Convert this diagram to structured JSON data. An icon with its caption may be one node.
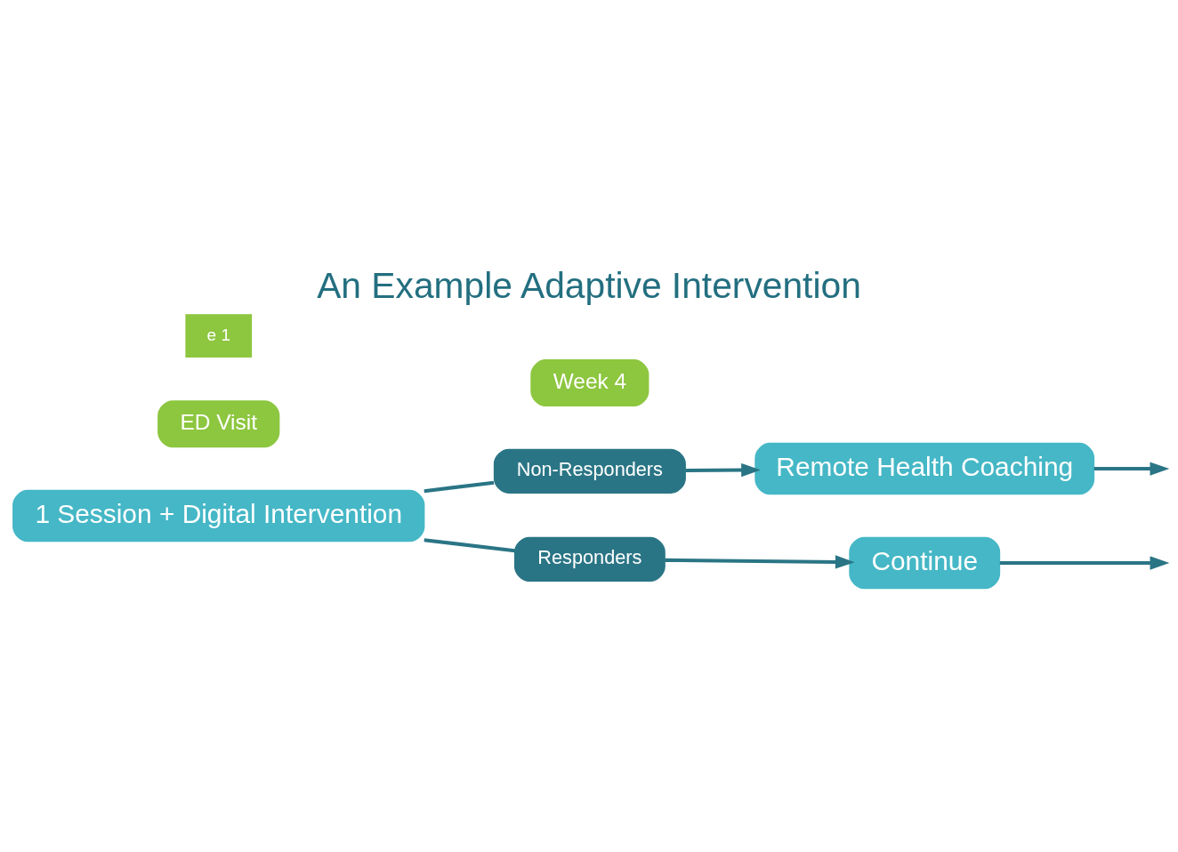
{
  "diagram": {
    "title": "An Example Adaptive Intervention",
    "nodes": [
      {
        "text": [
          "1 Session + Digital Intervention"
        ]
      },
      {
        "text": [
          "Non-Responders"
        ]
      },
      {
        "text": [
          "Responders"
        ]
      },
      {
        "text": [
          "Remote Health Coaching"
        ]
      },
      {
        "text": [
          "Continue"
        ]
      },
      {
        "text": [
          "ED Visit"
        ]
      },
      {
        "text": [
          "Week 4"
        ]
      }
    ],
    "edges": [
      {
        "from": 0,
        "to": 1,
        "arrow": "none"
      },
      {
        "from": 0,
        "to": 2,
        "arrow": "none"
      },
      {
        "from": 1,
        "to": 3,
        "arrow": "to"
      },
      {
        "from": 2,
        "to": 4,
        "arrow": "to"
      },
      {
        "from": 3,
        "to": null,
        "arrow": "to"
      },
      {
        "from": 4,
        "to": null,
        "arrow": "to"
      }
    ],
    "labels": [
      "e 1"
    ]
  }
}
